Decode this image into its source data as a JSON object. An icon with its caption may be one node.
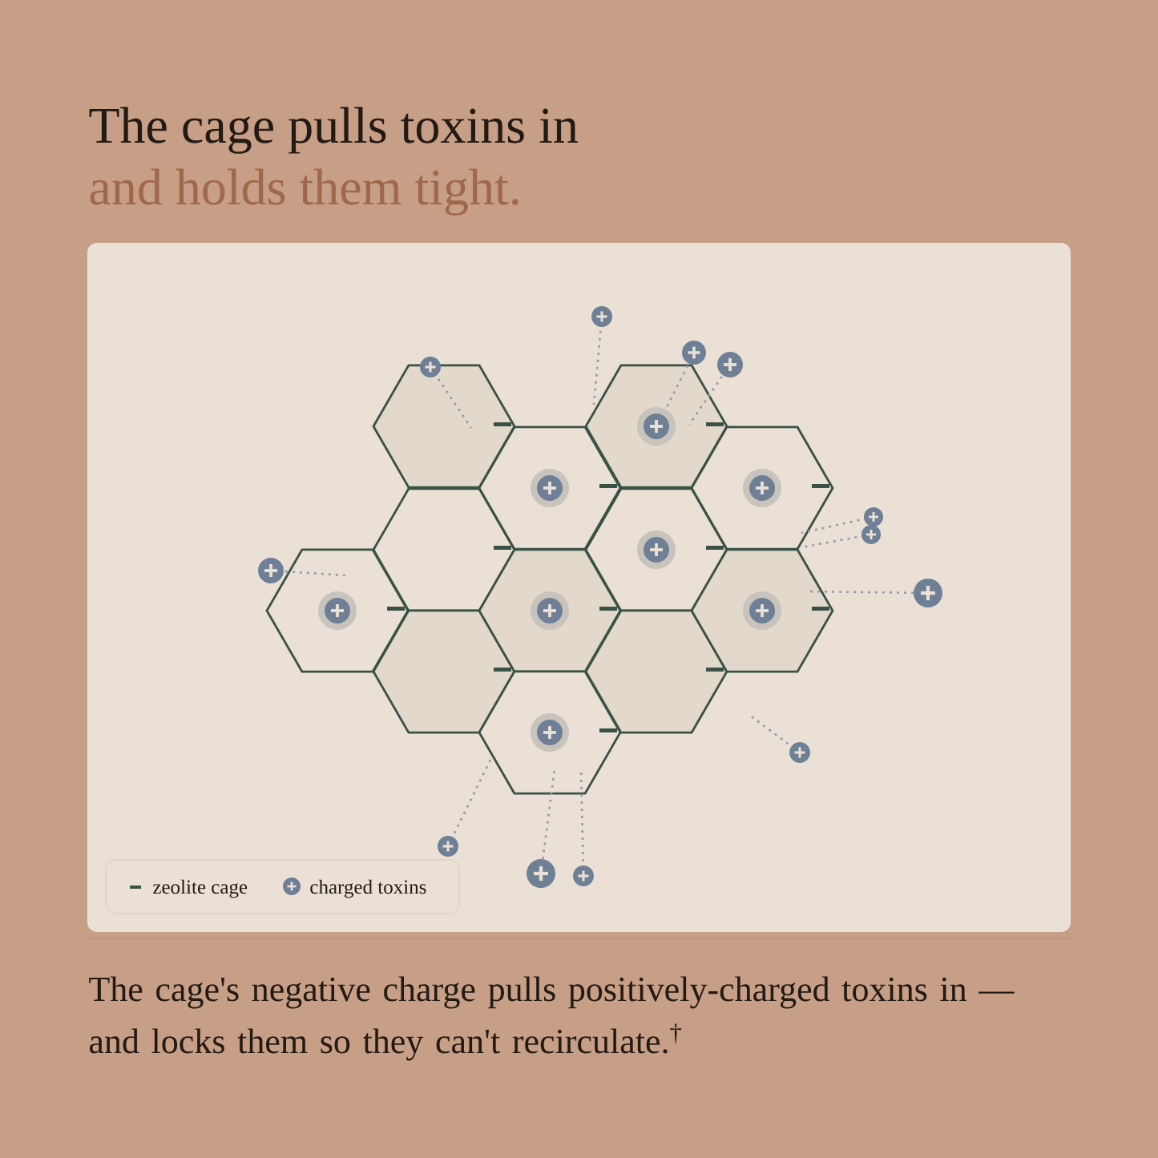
{
  "diagram": {
    "title": "The cage pulls toxins in",
    "labels": [
      "and holds them tight."
    ],
    "caption": "The cage's negative charge pulls positively-charged toxins in — and locks them so they can't recirculate.$^{†}$",
    "legend": [
      {
        "text": "zeolite cage"
      },
      {
        "text": "charged toxins"
      }
    ]
  }
}
